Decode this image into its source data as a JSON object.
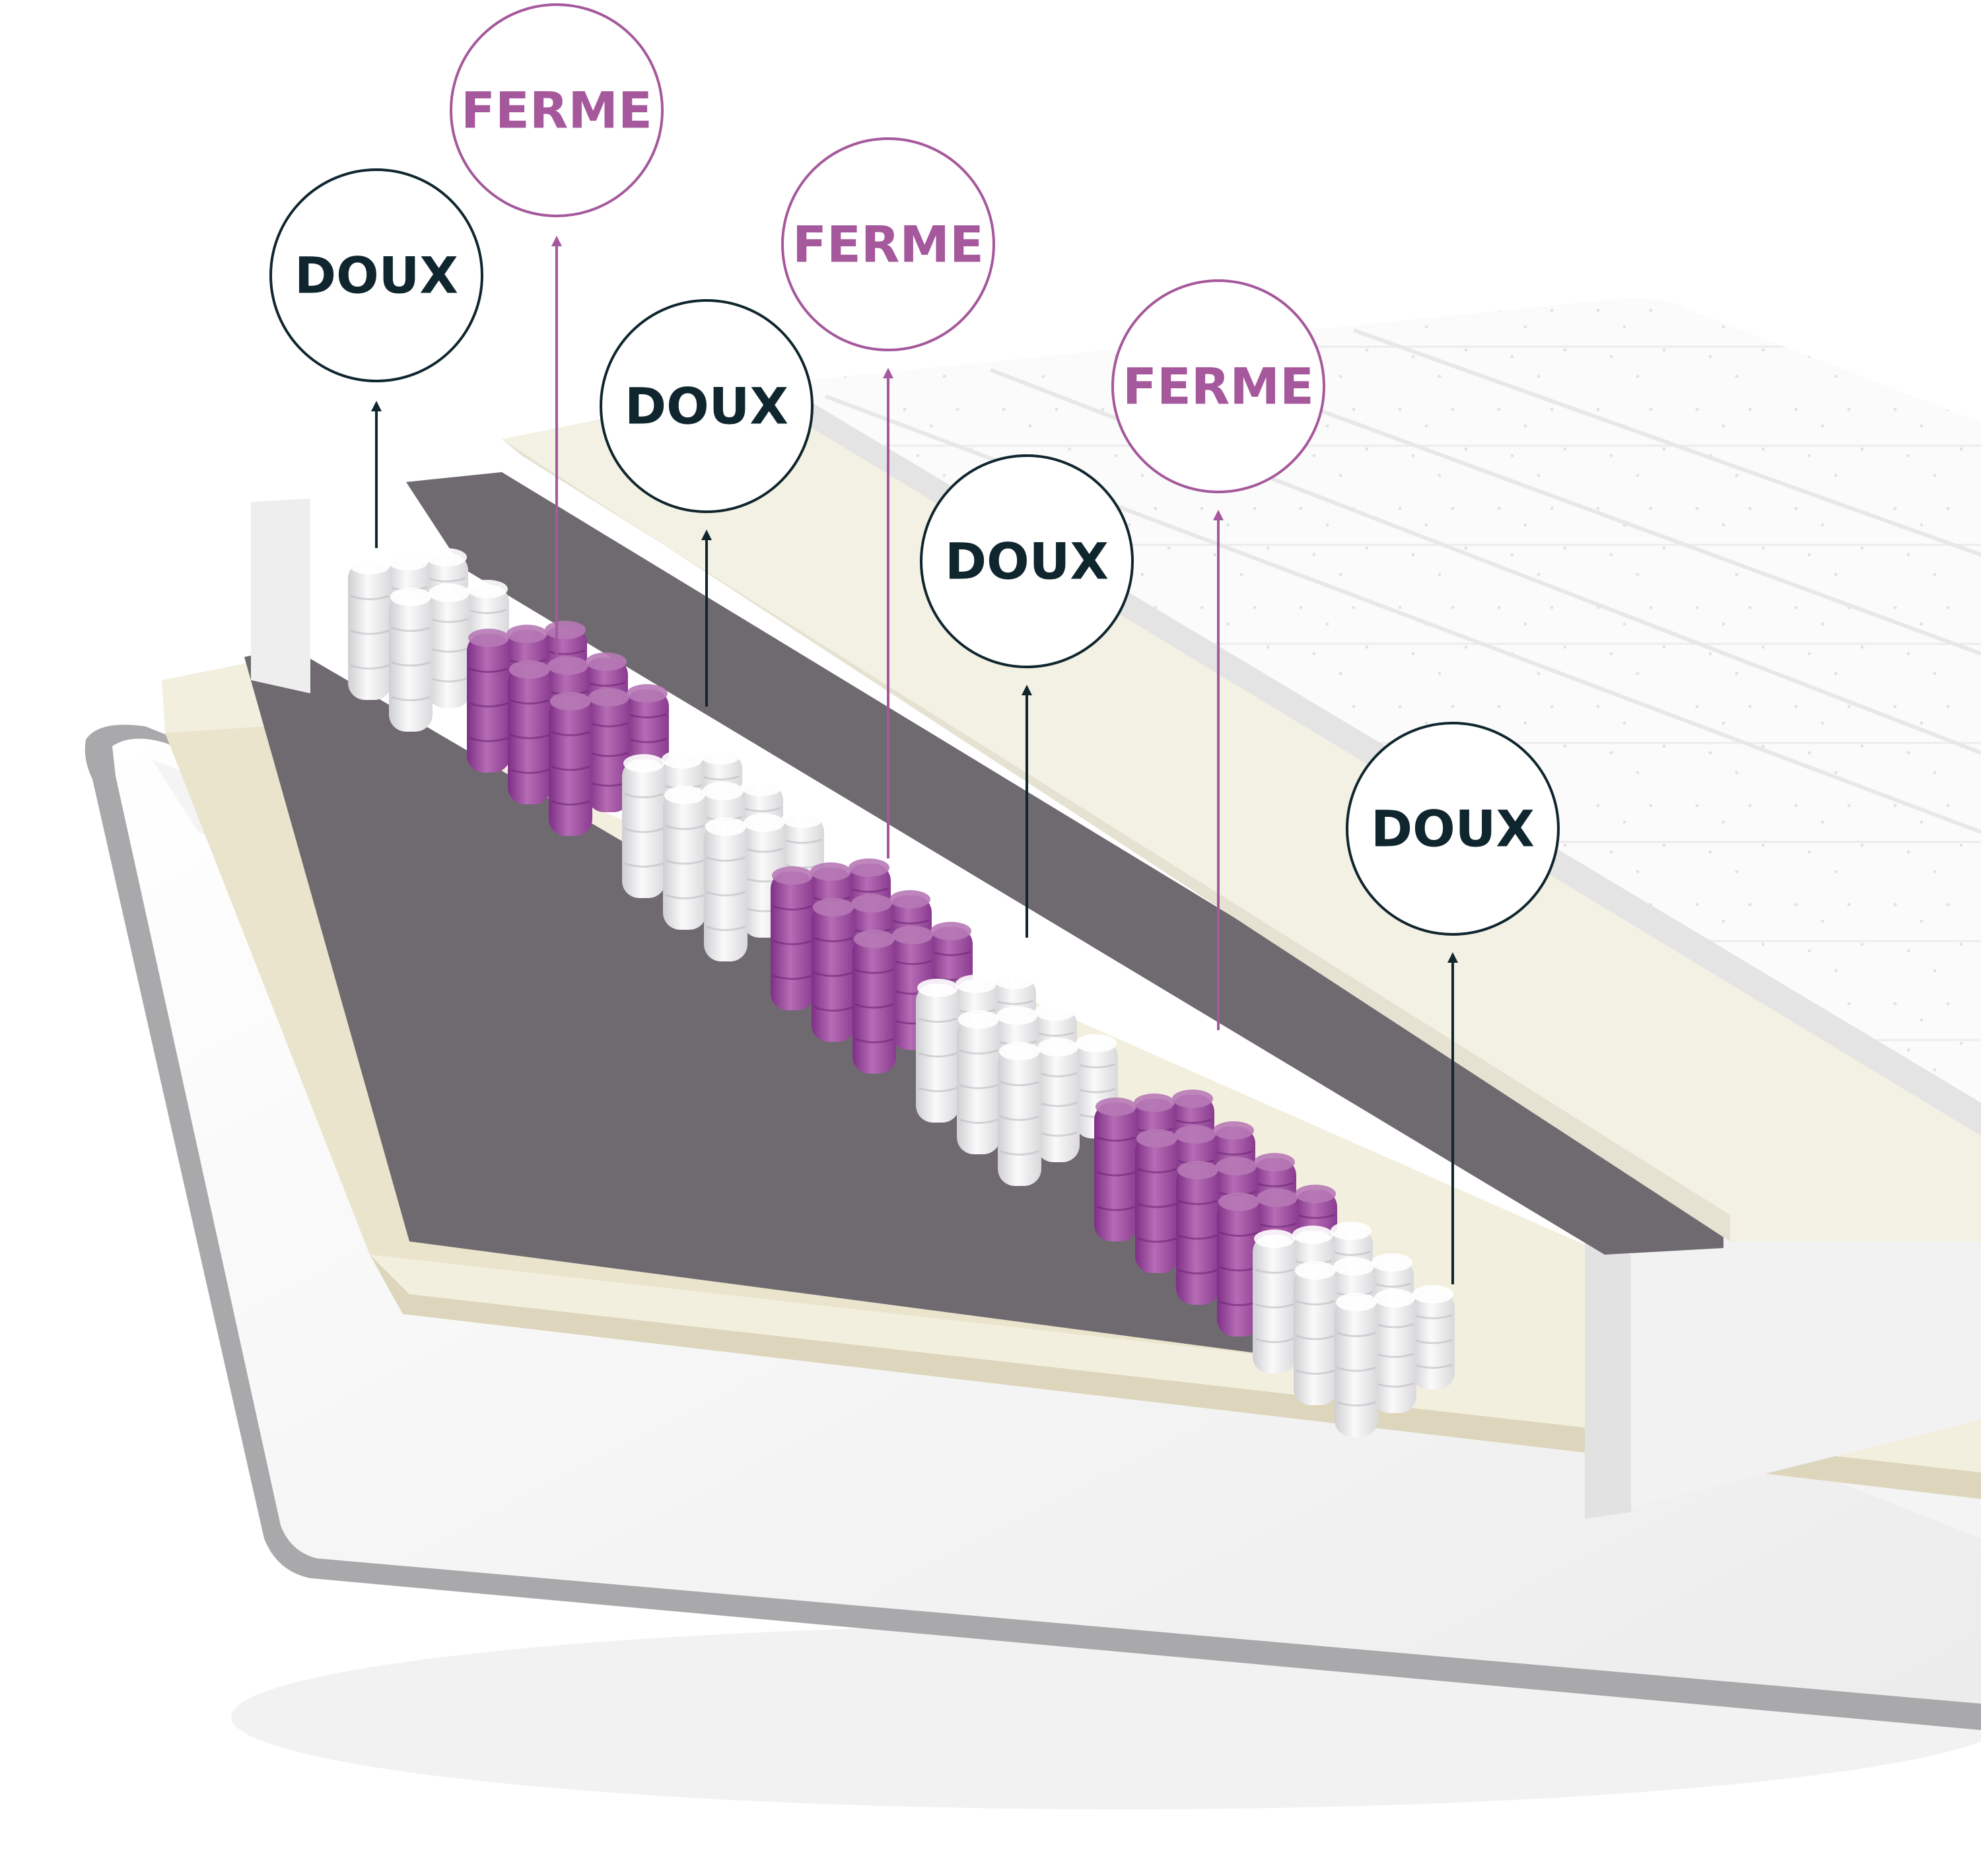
{
  "colors": {
    "soft": "#10262e",
    "firm": "#a5589b",
    "spring_firm": "#9b4aa0",
    "spring_soft": "#e8e8ea",
    "felt": "#6e6a70",
    "latex": "#f3efde",
    "base_rim": "#a9a9ab"
  },
  "labels": [
    {
      "kind": "soft",
      "text": "DOUX"
    },
    {
      "kind": "firm",
      "text": "FERME"
    },
    {
      "kind": "soft",
      "text": "DOUX"
    },
    {
      "kind": "firm",
      "text": "FERME"
    },
    {
      "kind": "soft",
      "text": "DOUX"
    },
    {
      "kind": "firm",
      "text": "FERME"
    },
    {
      "kind": "soft",
      "text": "DOUX"
    }
  ]
}
